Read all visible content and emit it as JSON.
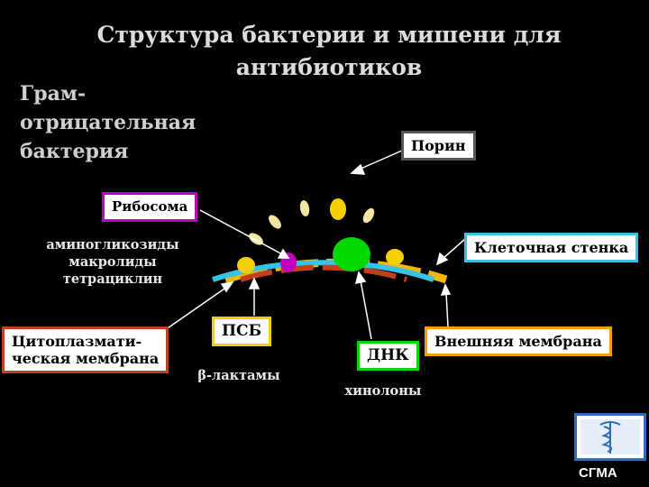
{
  "title": [
    "Структура бактерии и мишени для",
    "антибиотиков"
  ],
  "gram_label": "Грам-\nотрицательная\nбактерия",
  "labels": {
    "porin": "Порин",
    "ribosome": "Рибосома",
    "cell_wall": "Клеточная стенка",
    "cytoplasmic_membrane": "Цитоплазмати-\nческая мембрана",
    "psb": "ПСБ",
    "dna": "ДНК",
    "outer_membrane": "Внешняя мембрана"
  },
  "drugs": {
    "ribosome_drugs": [
      "аминогликозиды",
      "макролиды",
      "тетрациклин"
    ],
    "psb_drugs": "β-лактамы",
    "dna_drugs": "хинолоны"
  },
  "colors": {
    "outer_membrane": "#f5b800",
    "cell_wall": "#35c4e8",
    "cytoplasmic_membrane": "#c0401c",
    "ribosome": "#c000c0",
    "dna": "#00d800",
    "psb": "#f5d000",
    "porin": "#f5e6a0"
  },
  "logo": {
    "text": "СГМА",
    "icon": "medical-emblem-icon"
  }
}
